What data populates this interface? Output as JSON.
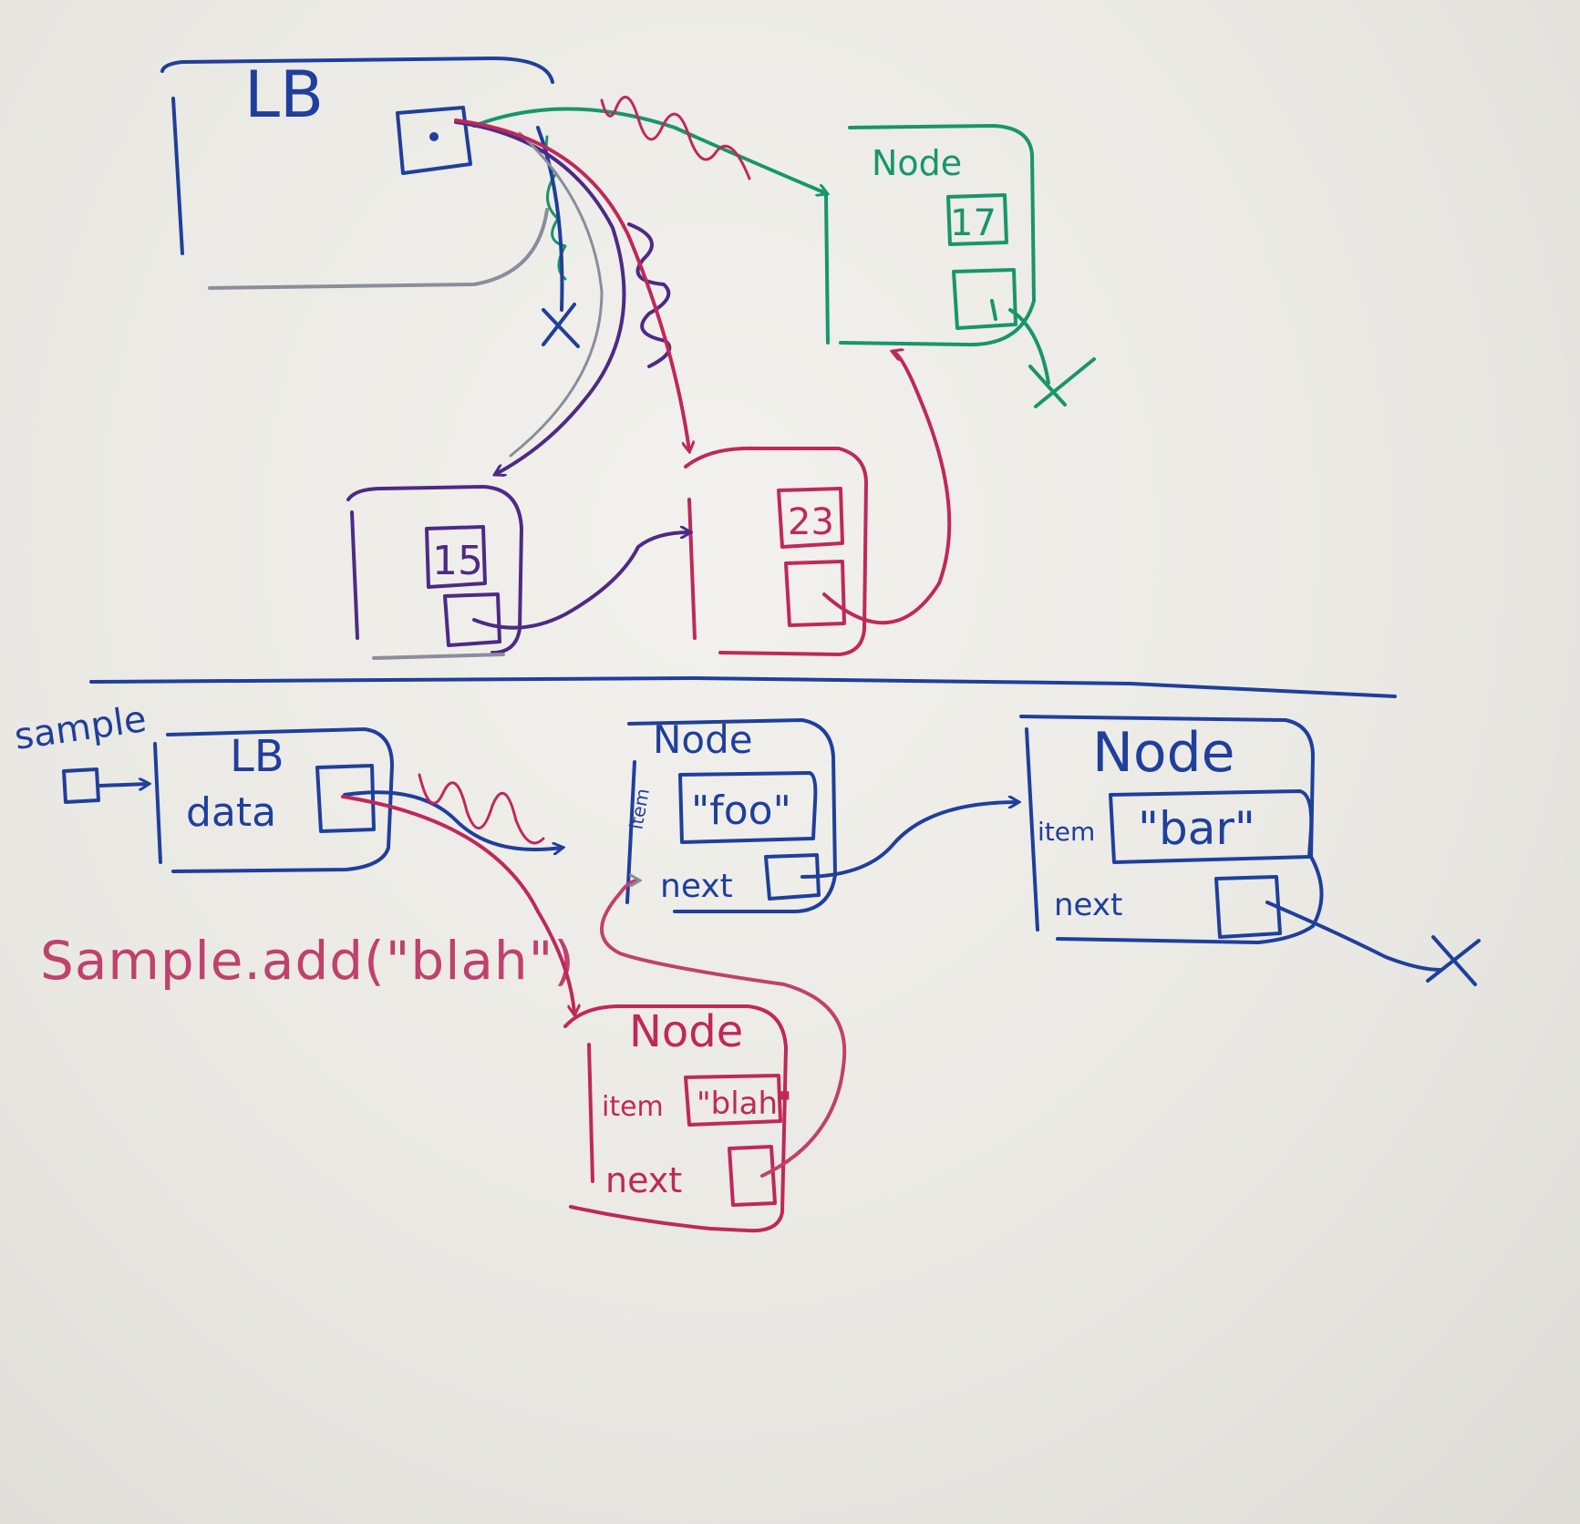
{
  "colors": {
    "blue": "#1f3f9c",
    "darkblue": "#233a8a",
    "green": "#17966a",
    "purple": "#4d2a86",
    "red": "#c0285a",
    "pink": "#c0406e",
    "gray": "#8a8d9c"
  },
  "top_diagram": {
    "lb_label": "LB",
    "green_node_label": "Node",
    "green_node_value": "17",
    "purple_node_value": "15",
    "red_node_value": "23"
  },
  "bottom_diagram": {
    "variable_name": "sample",
    "lb_label": "LB",
    "lb_field": "data",
    "call": "Sample.add(\"blah\")",
    "node_foo": {
      "title": "Node",
      "item_label": "item",
      "item_value": "\"foo\"",
      "next_label": "next"
    },
    "node_bar": {
      "title": "Node",
      "item_label": "item",
      "item_value": "\"bar\"",
      "next_label": "next"
    },
    "node_blah": {
      "title": "Node",
      "item_label": "item",
      "item_value": "\"blah\"",
      "next_label": "next"
    }
  }
}
